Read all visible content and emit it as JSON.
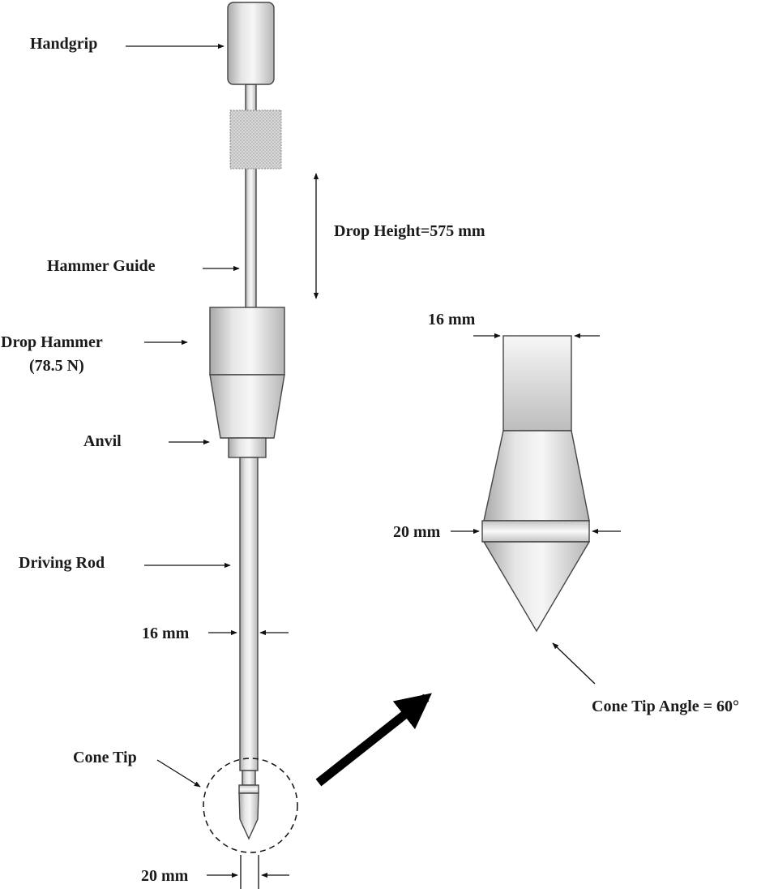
{
  "labels": {
    "handgrip": "Handgrip",
    "hammer_guide": "Hammer Guide",
    "drop_height": "Drop Height=575 mm",
    "drop_hammer": "Drop Hammer",
    "drop_hammer_weight": "(78.5 N)",
    "anvil": "Anvil",
    "driving_rod": "Driving Rod",
    "rod_diameter": "16 mm",
    "cone_tip": "Cone Tip",
    "cone_diameter": "20 mm",
    "detail_rod_diameter": "16 mm",
    "detail_cone_diameter": "20 mm",
    "cone_tip_angle": "Cone Tip Angle = 60°"
  },
  "colors": {
    "part_light": "#f4f4f4",
    "part_mid": "#d2d2d2",
    "part_dark": "#a8a8a8",
    "outline": "#444444",
    "text": "#1a1a1a"
  }
}
